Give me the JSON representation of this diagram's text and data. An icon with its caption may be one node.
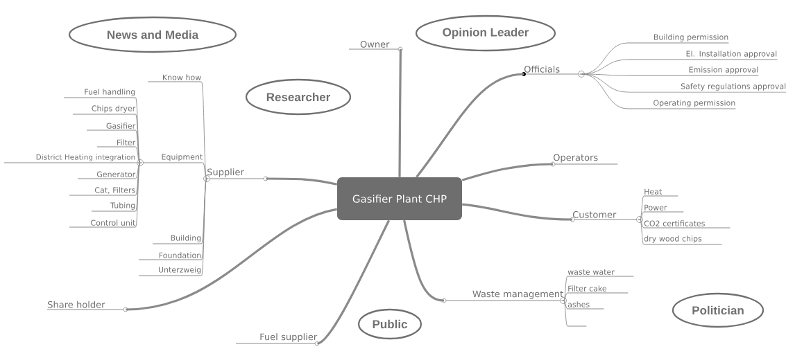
{
  "diagram": {
    "nodes": [
      {
        "text": [
          "Gasifier Plant CHP"
        ]
      },
      {
        "text": [
          "News and Media"
        ]
      },
      {
        "text": [
          "Opinion Leader"
        ]
      },
      {
        "text": [
          "Researcher"
        ]
      },
      {
        "text": [
          "Politician"
        ]
      },
      {
        "text": [
          "Public"
        ]
      },
      {
        "text": [
          "Owner"
        ]
      },
      {
        "text": [
          "Officials"
        ]
      },
      {
        "text": [
          "Building permission"
        ]
      },
      {
        "text": [
          "El. Installation approval"
        ]
      },
      {
        "text": [
          "Emission approval"
        ]
      },
      {
        "text": [
          "Safety regulations approval"
        ]
      },
      {
        "text": [
          "Operating permission"
        ]
      },
      {
        "text": [
          "Operators"
        ]
      },
      {
        "text": [
          "Customer"
        ]
      },
      {
        "text": [
          "Heat"
        ]
      },
      {
        "text": [
          "Power"
        ]
      },
      {
        "text": [
          "CO2 certificates"
        ]
      },
      {
        "text": [
          "dry wood chips"
        ]
      },
      {
        "text": [
          "Waste management"
        ]
      },
      {
        "text": [
          "waste water"
        ]
      },
      {
        "text": [
          "Filter cake"
        ]
      },
      {
        "text": [
          "ashes"
        ]
      },
      {
        "text": [],
        "shape": "line"
      },
      {
        "text": [
          "Supplier"
        ]
      },
      {
        "text": [
          "Know how"
        ]
      },
      {
        "text": [
          "Equipment"
        ]
      },
      {
        "text": [
          "Fuel handling"
        ]
      },
      {
        "text": [
          "Chips dryer"
        ]
      },
      {
        "text": [
          "Gasifier"
        ]
      },
      {
        "text": [
          "Filter"
        ]
      },
      {
        "text": [
          "District Heating integration"
        ]
      },
      {
        "text": [
          "Generator"
        ]
      },
      {
        "text": [
          "Cat, Filters"
        ]
      },
      {
        "text": [
          "Tubing"
        ]
      },
      {
        "text": [
          "Control unit"
        ]
      },
      {
        "text": [
          "Building"
        ]
      },
      {
        "text": [
          "Foundation"
        ]
      },
      {
        "text": [
          "Unterzweig"
        ]
      },
      {
        "text": [
          "Share holder"
        ]
      },
      {
        "text": [
          "Fuel supplier"
        ]
      }
    ],
    "edges": [
      {
        "from": 0,
        "to": 6,
        "arrow": "none",
        "style": "thick"
      },
      {
        "from": 0,
        "to": 7,
        "arrow": "none",
        "style": "thick"
      },
      {
        "from": 7,
        "to": 8,
        "arrow": "none"
      },
      {
        "from": 7,
        "to": 9,
        "arrow": "none"
      },
      {
        "from": 7,
        "to": 10,
        "arrow": "none"
      },
      {
        "from": 7,
        "to": 11,
        "arrow": "none"
      },
      {
        "from": 7,
        "to": 12,
        "arrow": "none"
      },
      {
        "from": 0,
        "to": 13,
        "arrow": "none",
        "style": "thick"
      },
      {
        "from": 0,
        "to": 14,
        "arrow": "none",
        "style": "thick"
      },
      {
        "from": 14,
        "to": 15,
        "arrow": "none"
      },
      {
        "from": 14,
        "to": 16,
        "arrow": "none"
      },
      {
        "from": 14,
        "to": 17,
        "arrow": "none"
      },
      {
        "from": 14,
        "to": 18,
        "arrow": "none"
      },
      {
        "from": 0,
        "to": 19,
        "arrow": "none",
        "style": "thick"
      },
      {
        "from": 19,
        "to": 20,
        "arrow": "none"
      },
      {
        "from": 19,
        "to": 21,
        "arrow": "none"
      },
      {
        "from": 19,
        "to": 22,
        "arrow": "none"
      },
      {
        "from": 19,
        "to": 23,
        "arrow": "none"
      },
      {
        "from": 0,
        "to": 24,
        "arrow": "none",
        "style": "thick"
      },
      {
        "from": 24,
        "to": 25,
        "arrow": "none"
      },
      {
        "from": 24,
        "to": 26,
        "arrow": "none"
      },
      {
        "from": 26,
        "to": 27,
        "arrow": "none"
      },
      {
        "from": 26,
        "to": 28,
        "arrow": "none"
      },
      {
        "from": 26,
        "to": 29,
        "arrow": "none"
      },
      {
        "from": 26,
        "to": 30,
        "arrow": "none"
      },
      {
        "from": 26,
        "to": 31,
        "arrow": "none"
      },
      {
        "from": 26,
        "to": 32,
        "arrow": "none"
      },
      {
        "from": 26,
        "to": 33,
        "arrow": "none"
      },
      {
        "from": 26,
        "to": 34,
        "arrow": "none"
      },
      {
        "from": 26,
        "to": 35,
        "arrow": "none"
      },
      {
        "from": 24,
        "to": 36,
        "arrow": "none"
      },
      {
        "from": 24,
        "to": 37,
        "arrow": "none"
      },
      {
        "from": 24,
        "to": 38,
        "arrow": "none"
      },
      {
        "from": 0,
        "to": 39,
        "arrow": "none",
        "style": "thick"
      },
      {
        "from": 0,
        "to": 40,
        "arrow": "none",
        "style": "thick"
      }
    ]
  }
}
